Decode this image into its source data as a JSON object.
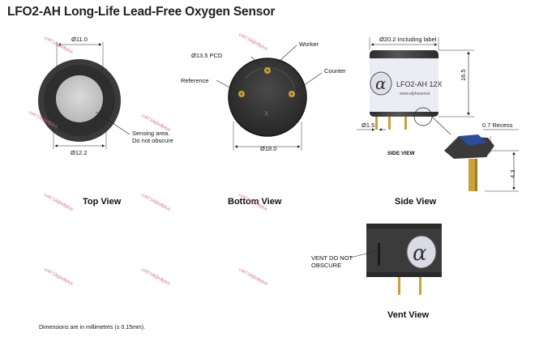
{
  "header": {
    "title": "LFO2-AH Long-Life Lead-Free Oxygen Sensor"
  },
  "top_view": {
    "dim_top": "Ø11.0",
    "dim_bottom": "Ø12.2",
    "note_line1": "Sensing area.",
    "note_line2": "Do not obscure",
    "caption": "Top View"
  },
  "bottom_view": {
    "pcd": "Ø13.5 PCD",
    "worker": "Worker",
    "reference": "Reference",
    "counter": "Counter",
    "dim_bottom": "Ø18.0",
    "caption": "Bottom View"
  },
  "side_view": {
    "dim_top": "Ø20.2 Including label",
    "height": "16.5",
    "pin": "Ø1.5",
    "recess": "0.7 Recess",
    "pin_len": "4.3",
    "inner_title": "SIDE VIEW",
    "label_text": "LFO2-AH 12X",
    "label_url": "www.alphasense",
    "caption": "Side View"
  },
  "vent_view": {
    "vent_line1": "VENT DO NOT",
    "vent_line2": "OBSCURE",
    "caption": "Vent View"
  },
  "footer": {
    "note": "Dimensions are in millimetres (± 0.15mm)."
  },
  "watermark": {
    "text": "cnlt718@e8plus"
  },
  "colors": {
    "body": "#3b3b3b",
    "face": "#c9c9c9",
    "label": "#ececf4",
    "pin": "#c9a23a",
    "blue": "#2a4c9a"
  }
}
